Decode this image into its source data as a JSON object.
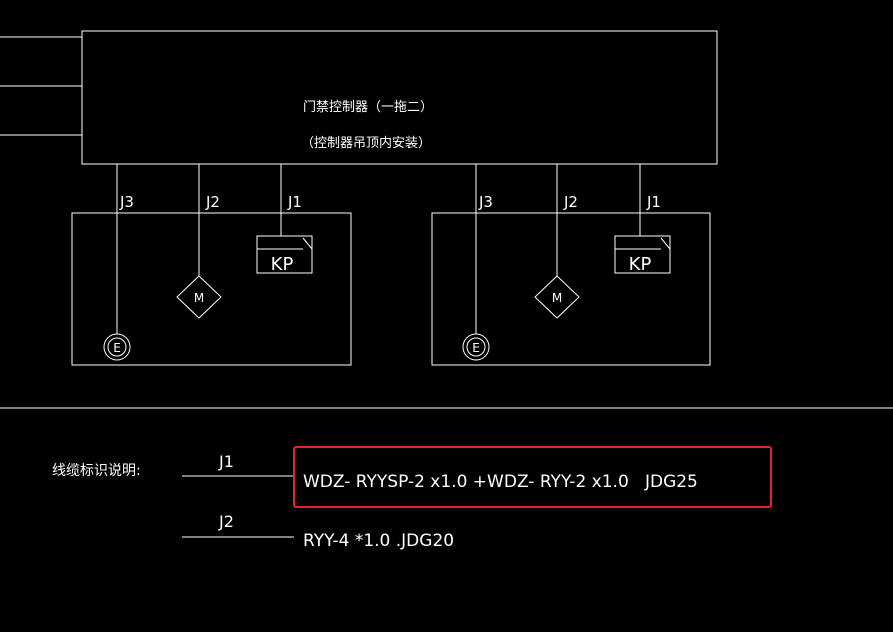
{
  "controller": {
    "title": "门禁控制器（一拖二）",
    "note": "（控制器吊顶内安装）"
  },
  "door_left": {
    "j3_label": "J3",
    "j2_label": "J2",
    "j1_label": "J1",
    "motor_label": "M",
    "reader_label": "KP",
    "exit_label": "E"
  },
  "door_right": {
    "j3_label": "J3",
    "j2_label": "J2",
    "j1_label": "J1",
    "motor_label": "M",
    "reader_label": "KP",
    "exit_label": "E"
  },
  "legend": {
    "title": "线缆标识说明:",
    "j1": {
      "label": "J1",
      "spec": "WDZ- RYYSP-2 x1.0 +WDZ- RYY-2 x1.0   JDG25"
    },
    "j2": {
      "label": "J2",
      "spec": "RYY-4 *1.0 .JDG20"
    }
  },
  "colors": {
    "background": "#000000",
    "line": "#ffffff",
    "highlight": "#e0262a"
  }
}
